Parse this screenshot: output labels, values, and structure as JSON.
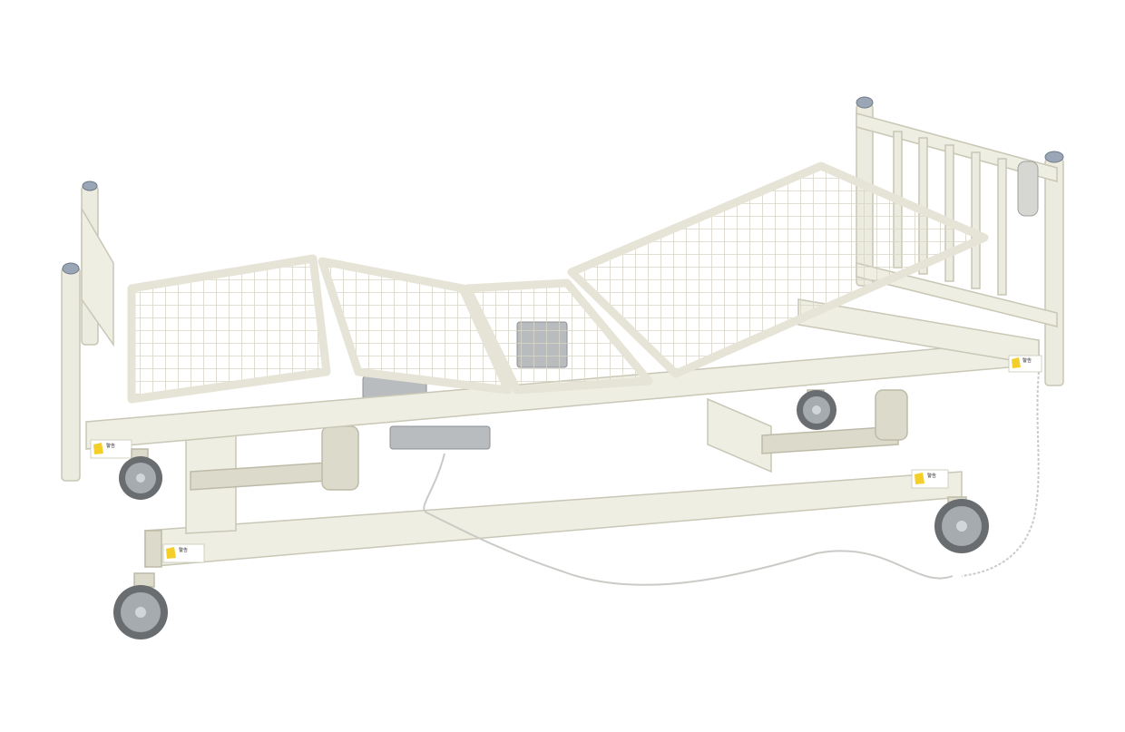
{
  "warning_labels": [
    {
      "text": "警告"
    },
    {
      "text": "警告"
    },
    {
      "text": "警告"
    },
    {
      "text": "警告"
    }
  ],
  "colors": {
    "frame": "#ecebdf",
    "wheel": "#6a6d70",
    "cap": "#9aa6b5",
    "warning": "#f4cf2a"
  }
}
